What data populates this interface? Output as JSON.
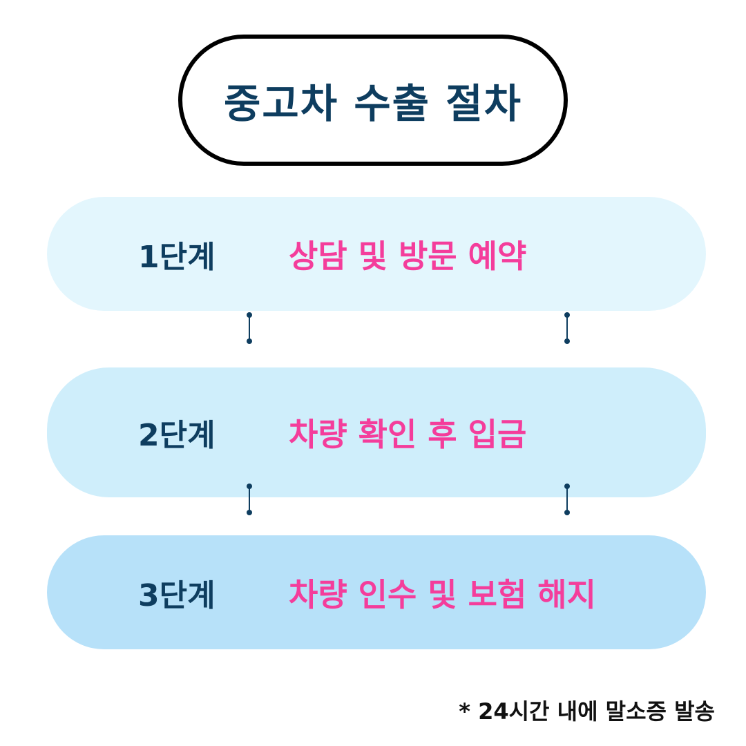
{
  "title": "중고차 수출 절차",
  "steps": [
    {
      "label": "1단계",
      "text": "상담 및 방문 예약"
    },
    {
      "label": "2단계",
      "text": "차량 확인 후 입금"
    },
    {
      "label": "3단계",
      "text": "차량 인수 및 보험 해지"
    }
  ],
  "footnote": "* 24시간 내에 말소증 발송",
  "colors": {
    "navy": "#0e3d5f",
    "pink": "#f43d9b",
    "step1": "#e3f6fd",
    "step2": "#cfeefb",
    "step3": "#b7e1f9"
  }
}
